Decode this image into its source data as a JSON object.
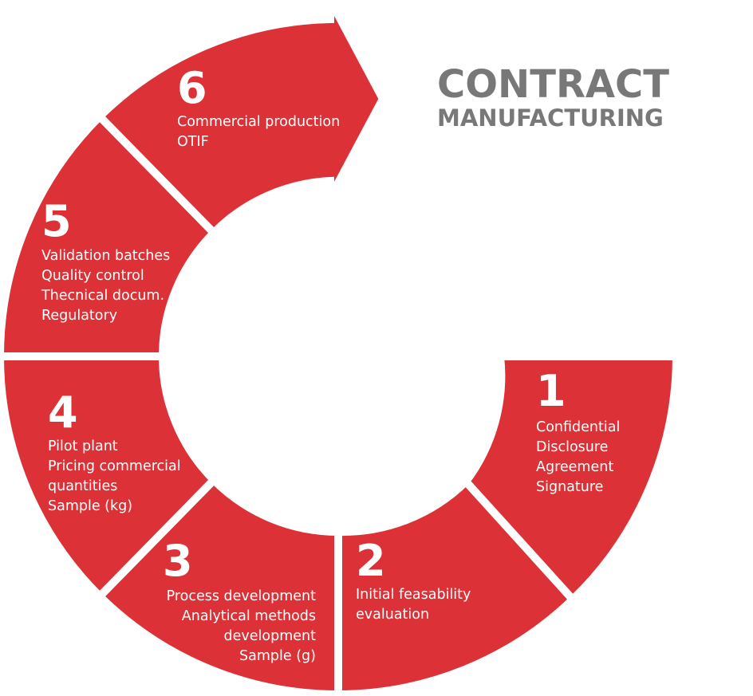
{
  "title": {
    "line1": "CONTRACT",
    "line2": "MANUFACTURING"
  },
  "colors": {
    "segment": "#dc3136",
    "title": "#787878",
    "text": "#ffffff"
  },
  "steps": [
    {
      "number": "1",
      "lines": [
        "Confidential",
        "Disclosure",
        "Agreement",
        "Signature"
      ]
    },
    {
      "number": "2",
      "lines": [
        "Initial feasability",
        "evaluation"
      ]
    },
    {
      "number": "3",
      "lines": [
        "Process development",
        "Analytical methods",
        "development",
        "Sample (g)"
      ]
    },
    {
      "number": "4",
      "lines": [
        "Pilot plant",
        "Pricing commercial",
        "quantities",
        "Sample (kg)"
      ]
    },
    {
      "number": "5",
      "lines": [
        "Validation batches",
        "Quality control",
        "Thecnical docum.",
        "Regulatory"
      ]
    },
    {
      "number": "6",
      "lines": [
        "Commercial production",
        "OTIF"
      ]
    }
  ]
}
